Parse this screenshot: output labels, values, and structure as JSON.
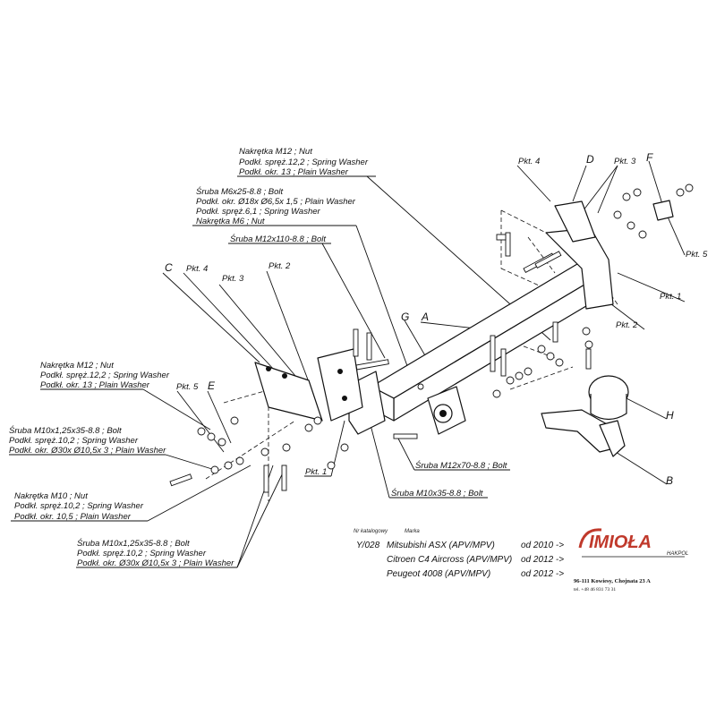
{
  "callouts": {
    "nut_m12_top": [
      "Nakrętka  M12 ; Nut",
      "Podkł. spręż.12,2 ; Spring Washer",
      "Podkł. okr. 13 ; Plain Washer"
    ],
    "bolt_m6": [
      "Śruba M6x25-8.8 ;  Bolt",
      "Podkł. okr.  Ø18x Ø6,5x 1,5 ; Plain Washer",
      "Podkł. spręż.6,1 ; Spring Washer",
      "Nakrętka  M6 ; Nut"
    ],
    "bolt_m12x110": "Śruba M12x110-8.8 ;  Bolt",
    "nut_m12_left": [
      "Nakrętka  M12 ; Nut",
      "Podkł. spręż.12,2 ; Spring Washer",
      "Podkł. okr. 13 ; Plain Washer"
    ],
    "bolt_m10_left": [
      "Śruba M10x1,25x35-8.8 ;  Bolt",
      "Podkł. spręż.10,2 ; Spring Washer",
      "Podkł. okr.  Ø30x Ø10,5x 3 ; Plain Washer"
    ],
    "nut_m10": [
      "Nakrętka  M10 ; Nut",
      "Podkł. spręż.10,2 ; Spring Washer",
      "Podkł. okr. 10,5 ; Plain Washer"
    ],
    "bolt_m10_bottom": [
      "Śruba M10x1,25x35-8.8 ;  Bolt",
      "Podkł. spręż.10,2 ; Spring Washer",
      "Podkł. okr.  Ø30x Ø10,5x 3 ; Plain Washer"
    ],
    "bolt_m12x70": "Śruba M12x70-8.8 ;  Bolt",
    "bolt_m10x35": "Śruba M10x35-8.8 ;  Bolt"
  },
  "part_labels": {
    "pkt4_top": "Pkt. 4",
    "d": "D",
    "pkt3_top": "Pkt. 3",
    "f": "F",
    "pkt5_right": "Pkt. 5",
    "pkt1_right": "Pkt. 1",
    "pkt2_right": "Pkt. 2",
    "c": "C",
    "pkt4_left": "Pkt. 4",
    "pkt3_left": "Pkt. 3",
    "pkt2_left": "Pkt. 2",
    "g": "G",
    "a": "A",
    "pkt5_left": "Pkt. 5",
    "e": "E",
    "pkt1_left": "Pkt. 1",
    "h": "H",
    "b": "B"
  },
  "catalog": {
    "catalog_header": "Nr katalogowy",
    "brand_header": "Marka",
    "catalog_no": "Y/028",
    "vehicles": [
      {
        "name": "Mitsubishi ASX (APV/MPV)",
        "year": "od 2010 ->"
      },
      {
        "name": "Citroen C4 Aircross  (APV/MPV)",
        "year": "od 2012 ->"
      },
      {
        "name": "Peugeot 4008  (APV/MPV)",
        "year": "od 2012 ->"
      }
    ]
  },
  "logo": {
    "brand": "IMIOŁA",
    "sub": "HAKPOL",
    "address": "96-111 Kowiesy, Chojnata 23 A",
    "phone": "tel. +48 46 831 73 31",
    "color": "#c0392b"
  }
}
